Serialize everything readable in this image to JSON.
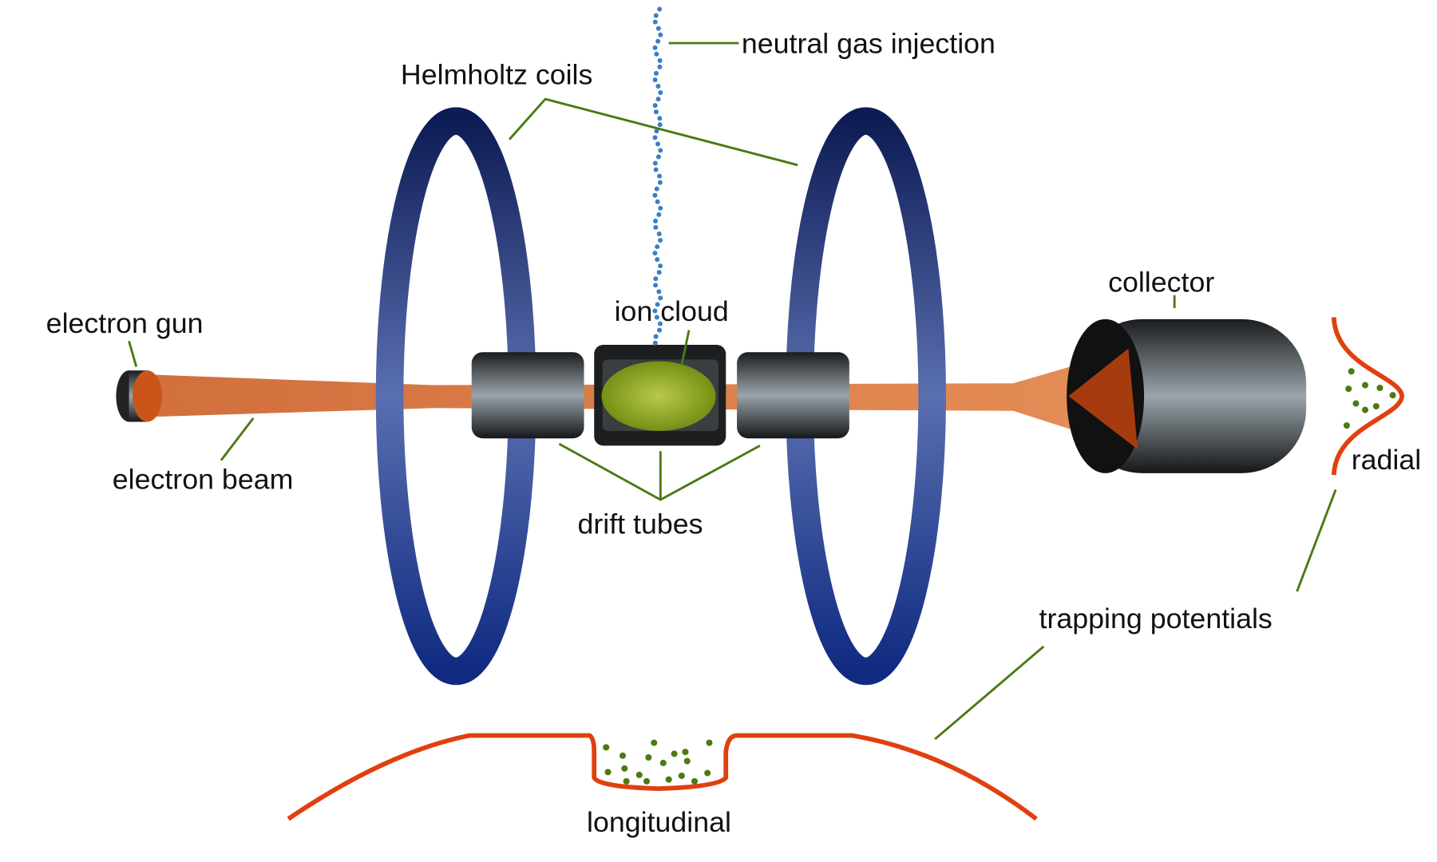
{
  "labels": {
    "neutral_gas": "neutral gas injection",
    "helmholtz": "Helmholtz coils",
    "electron_gun": "electron gun",
    "electron_beam": "electron beam",
    "ion_cloud": "ion cloud",
    "drift_tubes": "drift tubes",
    "collector": "collector",
    "radial": "radial",
    "trapping": "trapping potentials",
    "longitudinal": "longitudinal"
  },
  "colors": {
    "coil": "#1e3a8a",
    "beam": "#d9692a",
    "potential": "#e0400f",
    "leader": "#4a7a12",
    "gas": "#3a7fc4",
    "ions": "#8aa81c"
  }
}
